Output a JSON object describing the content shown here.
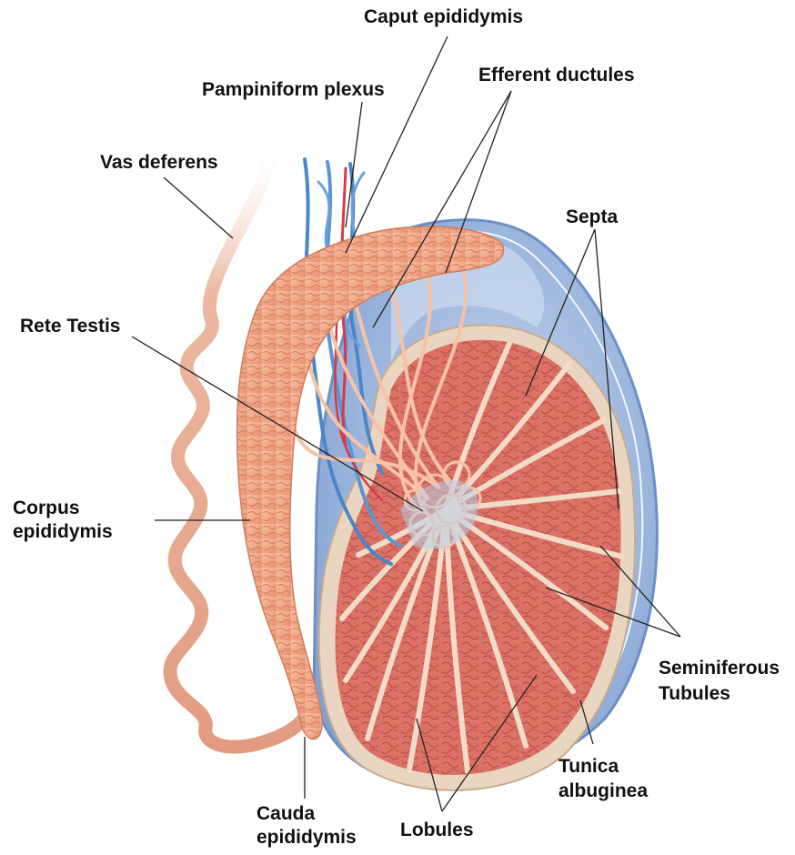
{
  "labels": {
    "caput_epididymis": "Caput epididymis",
    "efferent_ductules": "Efferent ductules",
    "pampiniform_plexus": "Pampiniform plexus",
    "vas_deferens": "Vas deferens",
    "septa": "Septa",
    "rete_testis": "Rete Testis",
    "corpus_epididymis_line1": "Corpus",
    "corpus_epididymis_line2": "epididymis",
    "seminiferous_tubules_line1": "Seminiferous",
    "seminiferous_tubules_line2": "Tubules",
    "tunica_albuginea_line1": "Tunica",
    "tunica_albuginea_line2": "albuginea",
    "cauda_epididymis_line1": "Cauda",
    "cauda_epididymis_line2": "epididymis",
    "lobules": "Lobules"
  },
  "colors": {
    "tunica_vaginalis": "#9fb8de",
    "tunica_albuginea": "#e8d3bd",
    "lobule_tissue": "#dd7468",
    "septa": "#f3dcc8",
    "epididymis": "#f2a98a",
    "vas_deferens": "#e7ab93",
    "veins": "#4a86c8",
    "arteries": "#d8394a",
    "ductules": "#f6c3a6"
  }
}
